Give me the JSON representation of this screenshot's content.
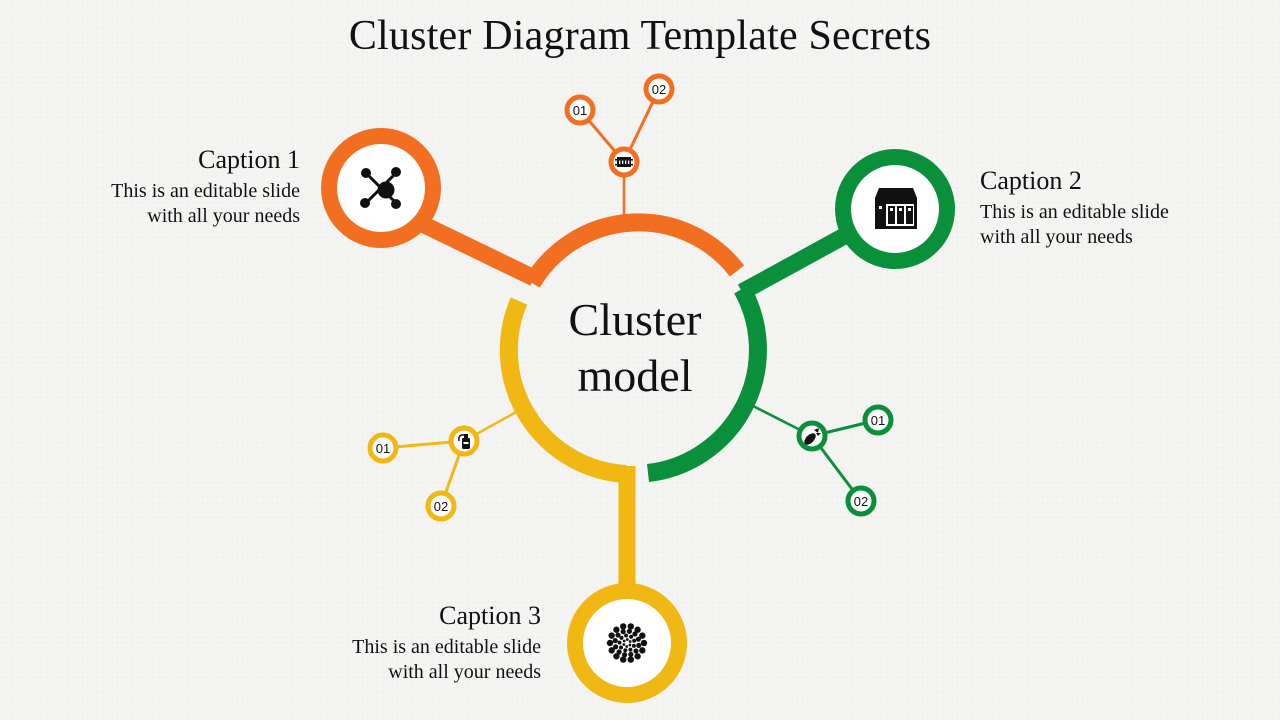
{
  "title": "Cluster Diagram Template Secrets",
  "center": {
    "line1": "Cluster",
    "line2": "model"
  },
  "colors": {
    "orange": "#f26f21",
    "green": "#0a8f3a",
    "yellow": "#f1b814",
    "background": "#f4f4f2"
  },
  "captions": [
    {
      "title": "Caption 1",
      "line1": "This is an editable slide",
      "line2": "with all your needs",
      "color": "orange",
      "icon": "network-hub-icon"
    },
    {
      "title": "Caption 2",
      "line1": "This is an editable slide",
      "line2": "with all your needs",
      "color": "green",
      "icon": "storefront-icon"
    },
    {
      "title": "Caption 3",
      "line1": "This is an editable slide",
      "line2": "with all your needs",
      "color": "yellow",
      "icon": "dotted-sunflower-icon"
    }
  ],
  "subclusters": [
    {
      "color": "orange",
      "icon": "radiator-icon",
      "nodes": [
        "01",
        "02"
      ]
    },
    {
      "color": "green",
      "icon": "bomb-icon",
      "nodes": [
        "01",
        "02"
      ]
    },
    {
      "color": "yellow",
      "icon": "fire-extinguisher-icon",
      "nodes": [
        "01",
        "02"
      ]
    }
  ]
}
